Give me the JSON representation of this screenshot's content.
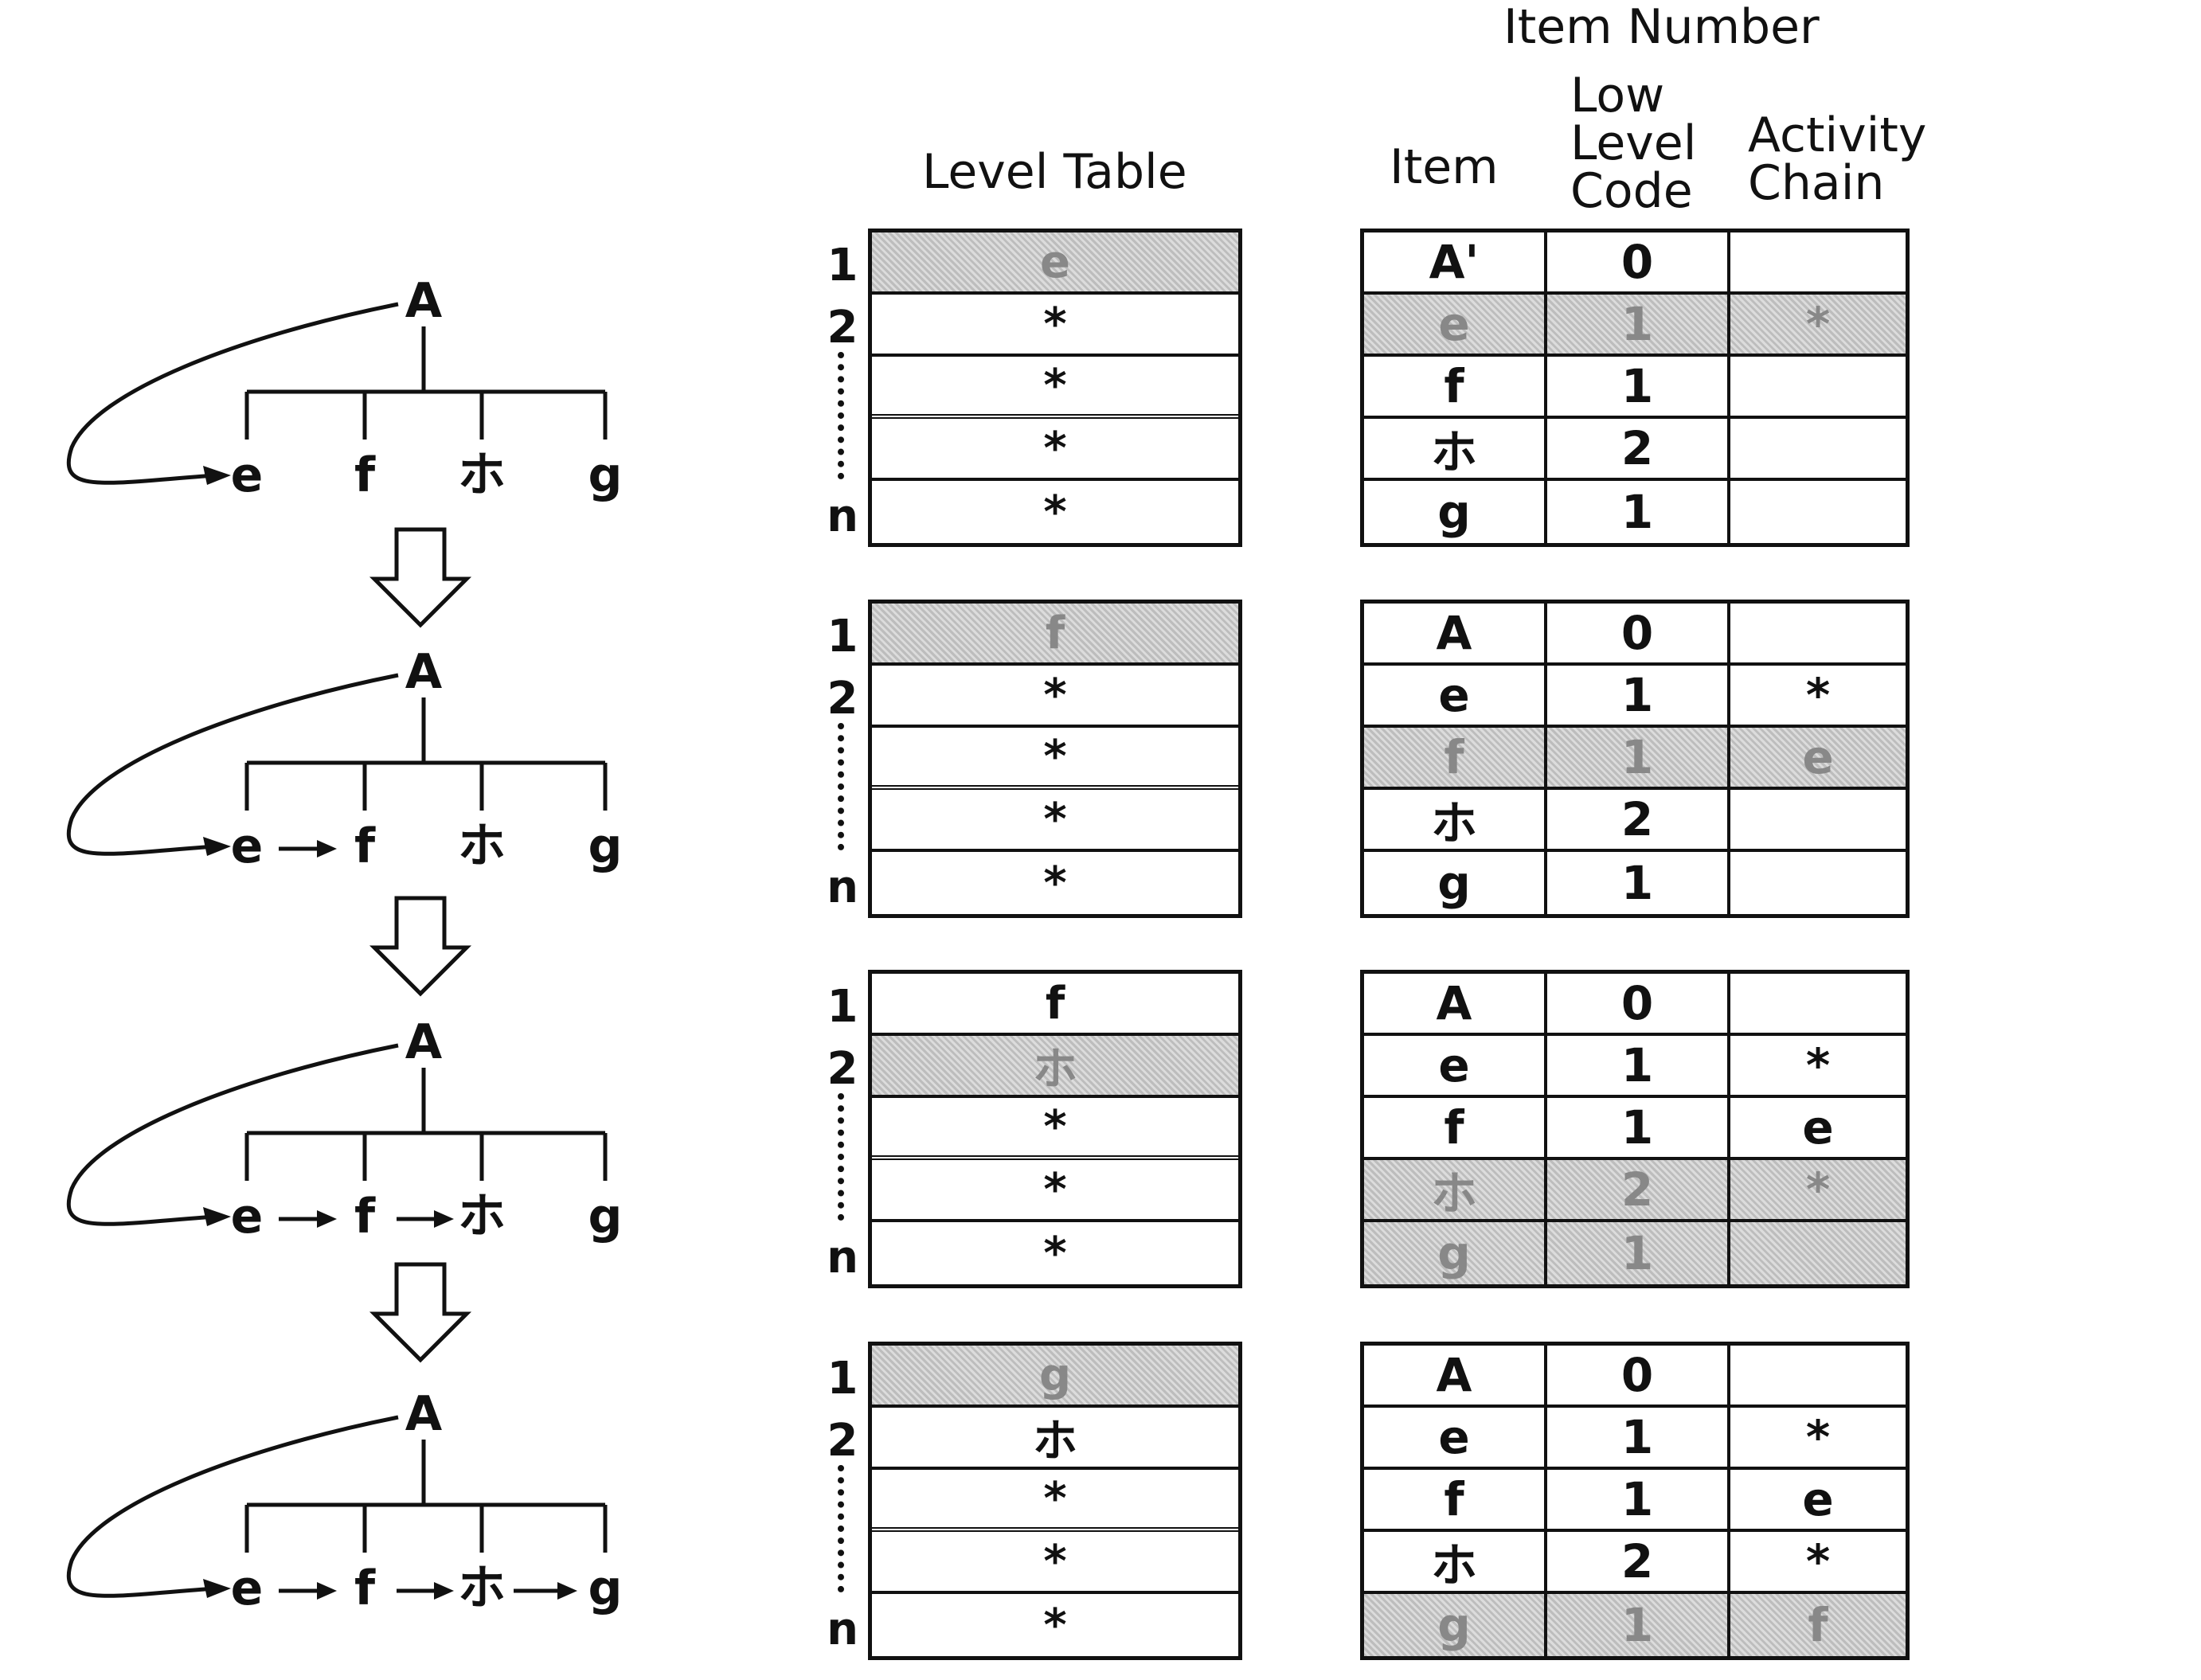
{
  "headers": {
    "level_table": "Level Table",
    "item_number": "Item Number",
    "item": "Item",
    "low_level_code": [
      "Low",
      "Level",
      "Code"
    ],
    "activity_chain": [
      "Activity",
      "Chain"
    ]
  },
  "level_numbers": [
    "1",
    "2",
    "n"
  ],
  "stages": [
    {
      "tree": {
        "root": "A",
        "children": [
          "e",
          "f",
          "ホ",
          "g"
        ],
        "chain_links": 0
      },
      "level_table": [
        {
          "value": "e",
          "highlight": true
        },
        {
          "value": "*",
          "highlight": false
        },
        {
          "value": "*",
          "highlight": false
        },
        {
          "value": "*",
          "highlight": false
        },
        {
          "value": "*",
          "highlight": false
        }
      ],
      "item_table": [
        {
          "item": "A'",
          "code": "0",
          "chain": "",
          "highlight": false
        },
        {
          "item": "e",
          "code": "1",
          "chain": "*",
          "highlight": true
        },
        {
          "item": "f",
          "code": "1",
          "chain": "",
          "highlight": false
        },
        {
          "item": "ホ",
          "code": "2",
          "chain": "",
          "highlight": false
        },
        {
          "item": "g",
          "code": "1",
          "chain": "",
          "highlight": false
        }
      ]
    },
    {
      "tree": {
        "root": "A",
        "children": [
          "e",
          "f",
          "ホ",
          "g"
        ],
        "chain_links": 1
      },
      "level_table": [
        {
          "value": "f",
          "highlight": true
        },
        {
          "value": "*",
          "highlight": false
        },
        {
          "value": "*",
          "highlight": false
        },
        {
          "value": "*",
          "highlight": false
        },
        {
          "value": "*",
          "highlight": false
        }
      ],
      "item_table": [
        {
          "item": "A",
          "code": "0",
          "chain": "",
          "highlight": false
        },
        {
          "item": "e",
          "code": "1",
          "chain": "*",
          "highlight": false
        },
        {
          "item": "f",
          "code": "1",
          "chain": "e",
          "highlight": true
        },
        {
          "item": "ホ",
          "code": "2",
          "chain": "",
          "highlight": false
        },
        {
          "item": "g",
          "code": "1",
          "chain": "",
          "highlight": false
        }
      ]
    },
    {
      "tree": {
        "root": "A",
        "children": [
          "e",
          "f",
          "ホ",
          "g"
        ],
        "chain_links": 2
      },
      "level_table": [
        {
          "value": "f",
          "highlight": false
        },
        {
          "value": "ホ",
          "highlight": true
        },
        {
          "value": "*",
          "highlight": false
        },
        {
          "value": "*",
          "highlight": false
        },
        {
          "value": "*",
          "highlight": false
        }
      ],
      "item_table": [
        {
          "item": "A",
          "code": "0",
          "chain": "",
          "highlight": false
        },
        {
          "item": "e",
          "code": "1",
          "chain": "*",
          "highlight": false
        },
        {
          "item": "f",
          "code": "1",
          "chain": "e",
          "highlight": false
        },
        {
          "item": "ホ",
          "code": "2",
          "chain": "*",
          "highlight": true
        },
        {
          "item": "g",
          "code": "1",
          "chain": "",
          "highlight": true
        }
      ]
    },
    {
      "tree": {
        "root": "A",
        "children": [
          "e",
          "f",
          "ホ",
          "g"
        ],
        "chain_links": 3
      },
      "level_table": [
        {
          "value": "g",
          "highlight": true
        },
        {
          "value": "ホ",
          "highlight": false
        },
        {
          "value": "*",
          "highlight": false
        },
        {
          "value": "*",
          "highlight": false
        },
        {
          "value": "*",
          "highlight": false
        }
      ],
      "item_table": [
        {
          "item": "A",
          "code": "0",
          "chain": "",
          "highlight": false
        },
        {
          "item": "e",
          "code": "1",
          "chain": "*",
          "highlight": false
        },
        {
          "item": "f",
          "code": "1",
          "chain": "e",
          "highlight": false
        },
        {
          "item": "ホ",
          "code": "2",
          "chain": "*",
          "highlight": false
        },
        {
          "item": "g",
          "code": "1",
          "chain": "f",
          "highlight": true
        }
      ]
    }
  ]
}
